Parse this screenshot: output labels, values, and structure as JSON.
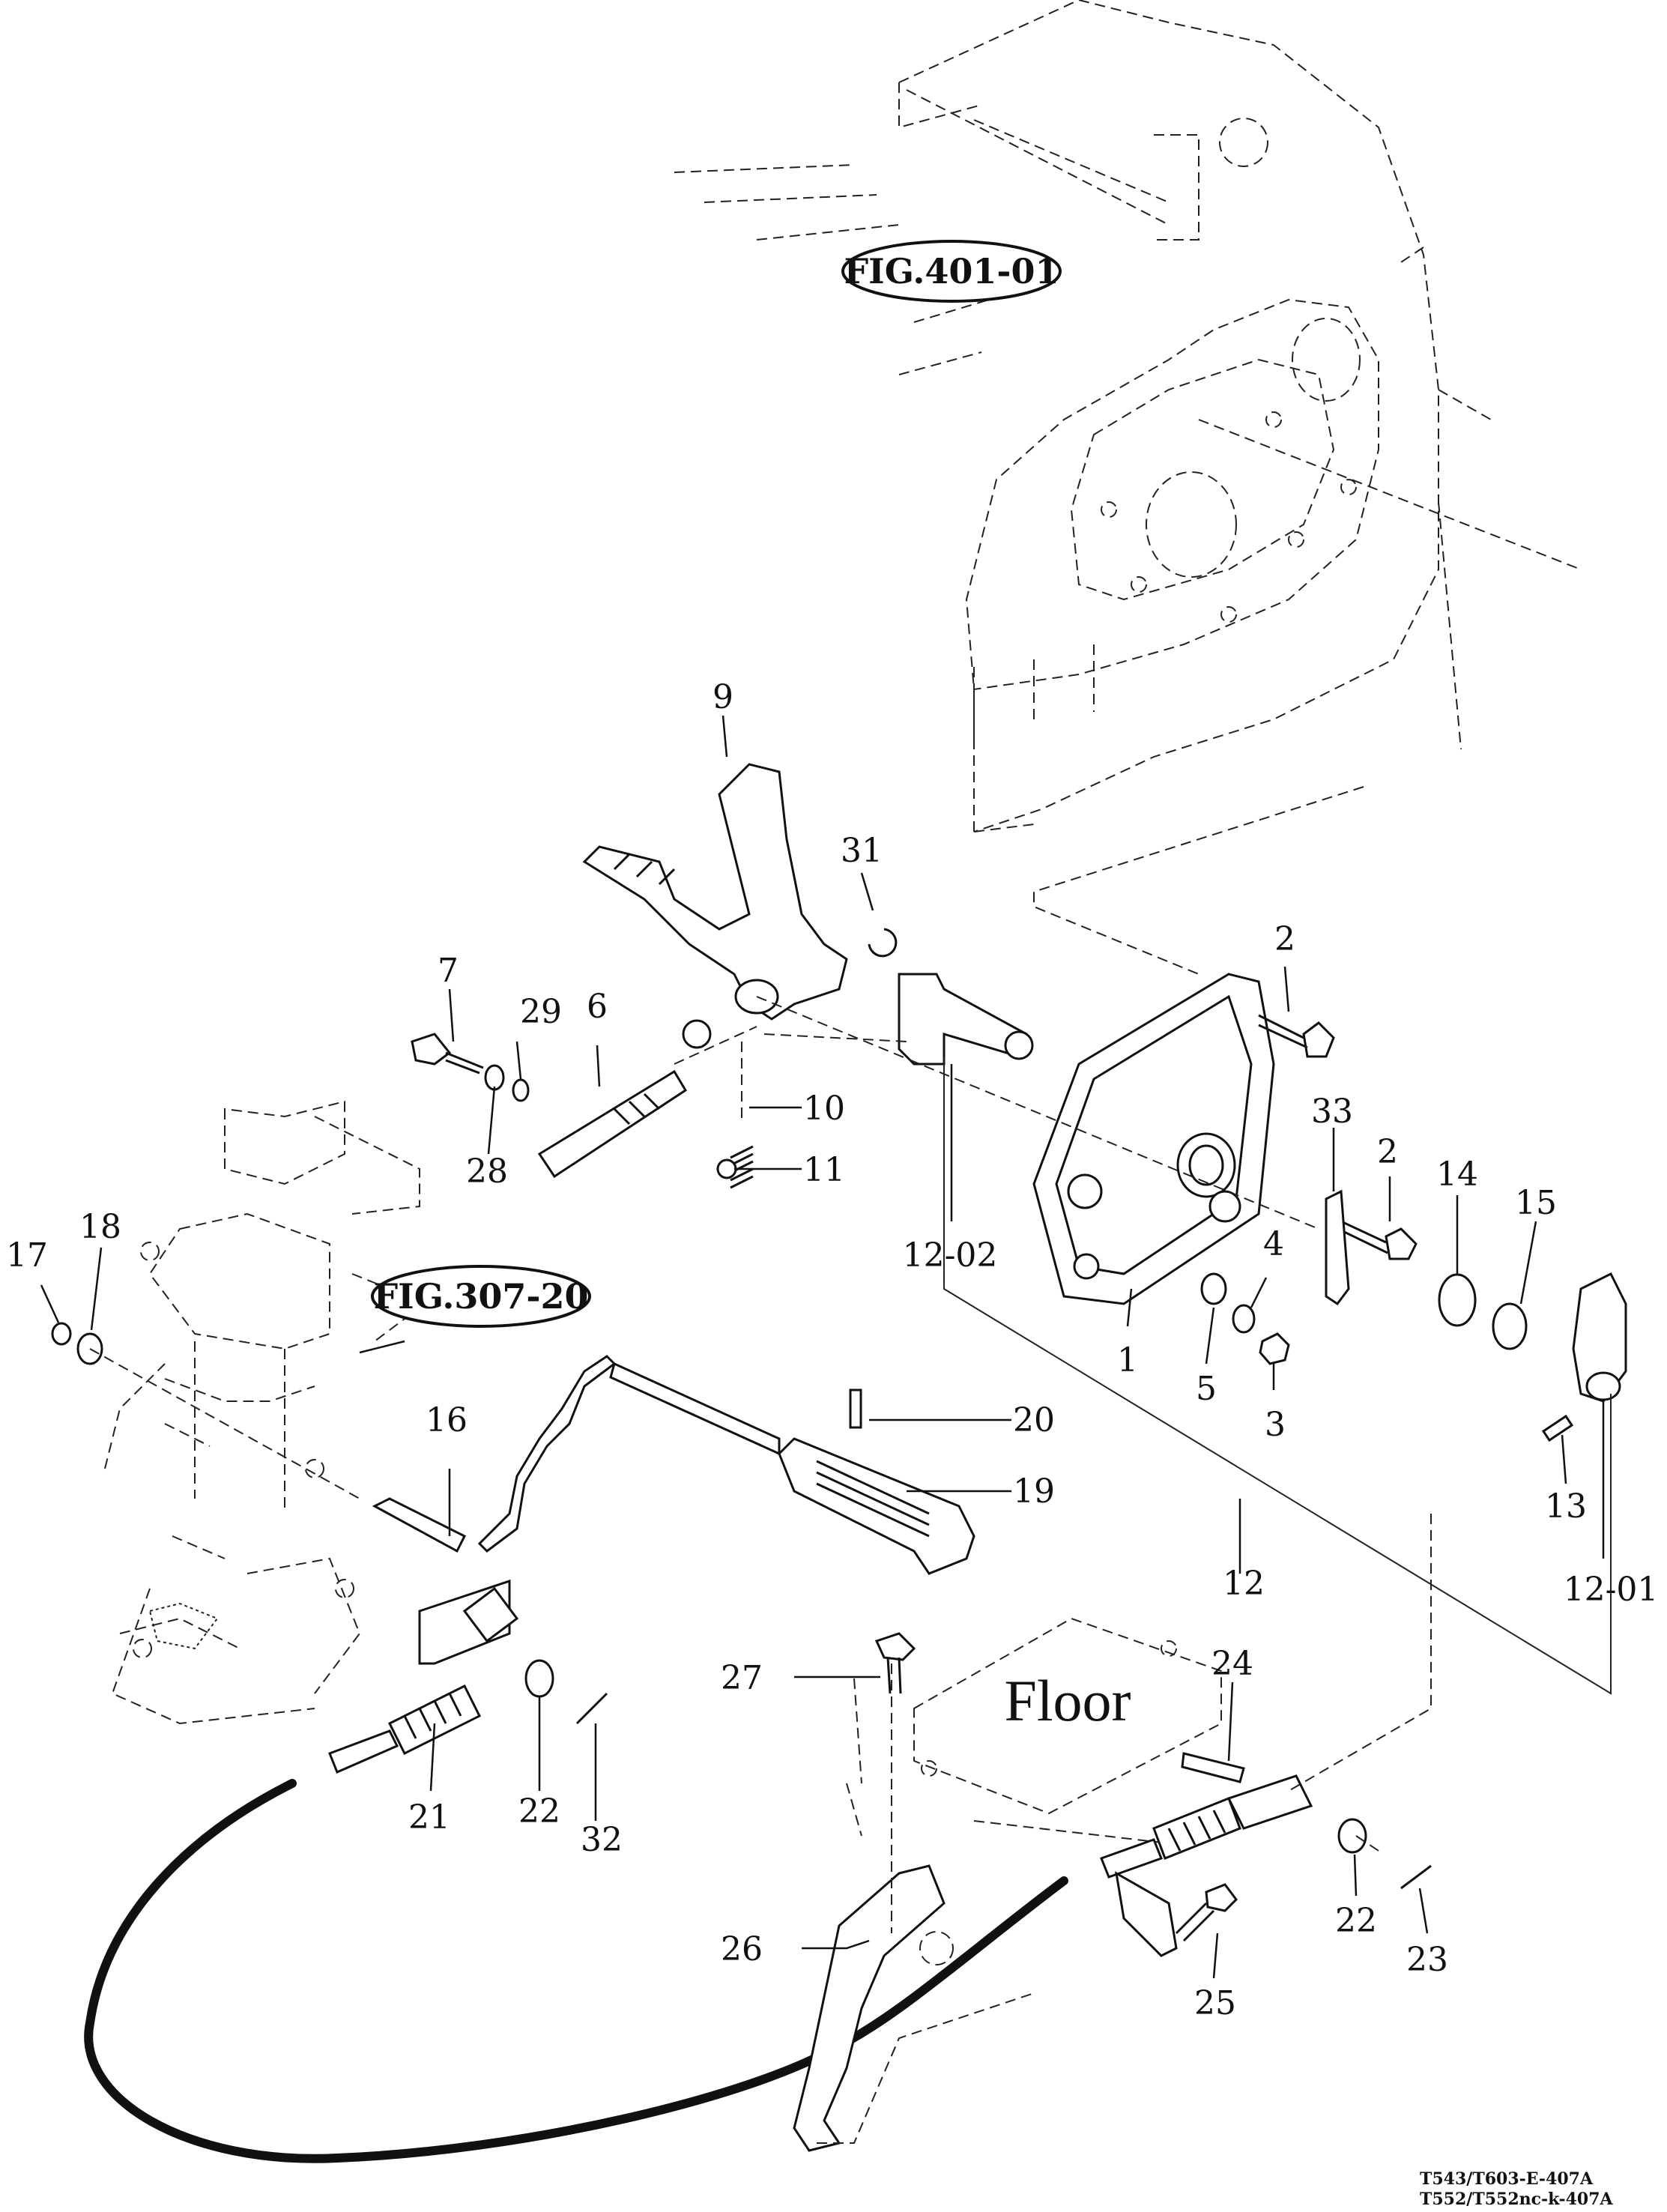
{
  "figure_refs": [
    "FIG.401-01",
    "FIG.307-20"
  ],
  "floor_label": "Floor",
  "drawing_codes": [
    "T543/T603-E-407A",
    "T552/T552nc-k-407A"
  ],
  "part_labels": {
    "p9": "9",
    "p31": "31",
    "p7": "7",
    "p29": "29",
    "p6": "6",
    "p2a": "2",
    "p2b": "2",
    "p10": "10",
    "p11": "11",
    "p28": "28",
    "p33": "33",
    "p14": "14",
    "p15": "15",
    "p4": "4",
    "p1202": "12-02",
    "p17": "17",
    "p18": "18",
    "p1": "1",
    "p5": "5",
    "p3": "3",
    "p16": "16",
    "p20": "20",
    "p19": "19",
    "p13": "13",
    "p12": "12",
    "p1201": "12-01",
    "p27": "27",
    "p24": "24",
    "p21": "21",
    "p22a": "22",
    "p32": "32",
    "p26": "26",
    "p22b": "22",
    "p23": "23",
    "p25": "25"
  }
}
